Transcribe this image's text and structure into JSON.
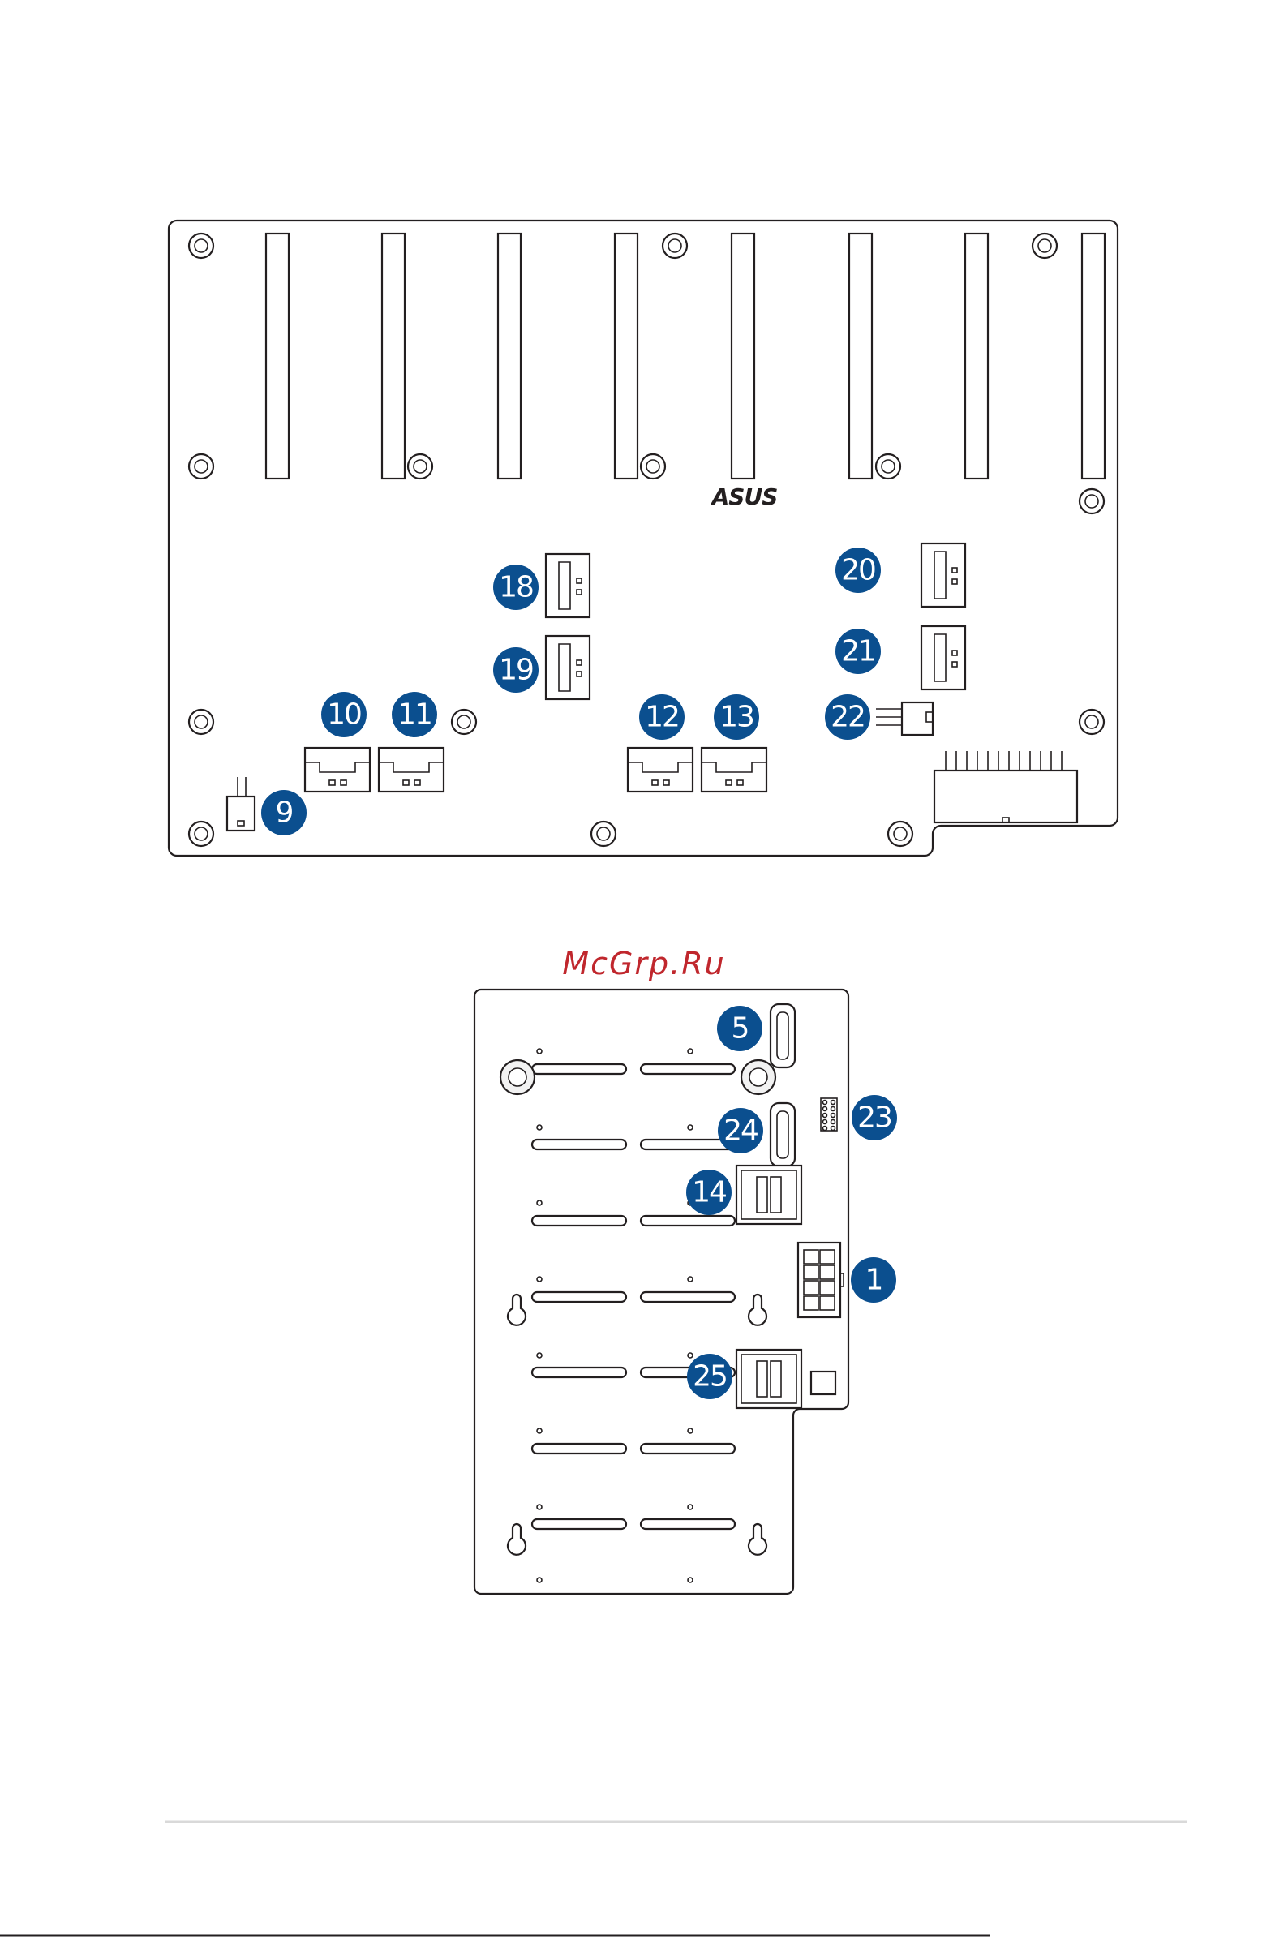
{
  "watermark": "McGrp.Ru",
  "logo": "ASUS",
  "colors": {
    "badge": "#0b4f8f",
    "line": "#231f20",
    "watermark": "#c0272d"
  },
  "board_top": {
    "callouts": [
      {
        "id": "c18",
        "label": "18"
      },
      {
        "id": "c19",
        "label": "19"
      },
      {
        "id": "c20",
        "label": "20"
      },
      {
        "id": "c21",
        "label": "21"
      },
      {
        "id": "c22",
        "label": "22"
      },
      {
        "id": "c10",
        "label": "10"
      },
      {
        "id": "c11",
        "label": "11"
      },
      {
        "id": "c12",
        "label": "12"
      },
      {
        "id": "c13",
        "label": "13"
      },
      {
        "id": "c9",
        "label": "9"
      }
    ]
  },
  "board_bottom": {
    "callouts": [
      {
        "id": "c5",
        "label": "5"
      },
      {
        "id": "c24",
        "label": "24"
      },
      {
        "id": "c23",
        "label": "23"
      },
      {
        "id": "c14",
        "label": "14"
      },
      {
        "id": "c1",
        "label": "1"
      },
      {
        "id": "c25",
        "label": "25"
      }
    ]
  }
}
